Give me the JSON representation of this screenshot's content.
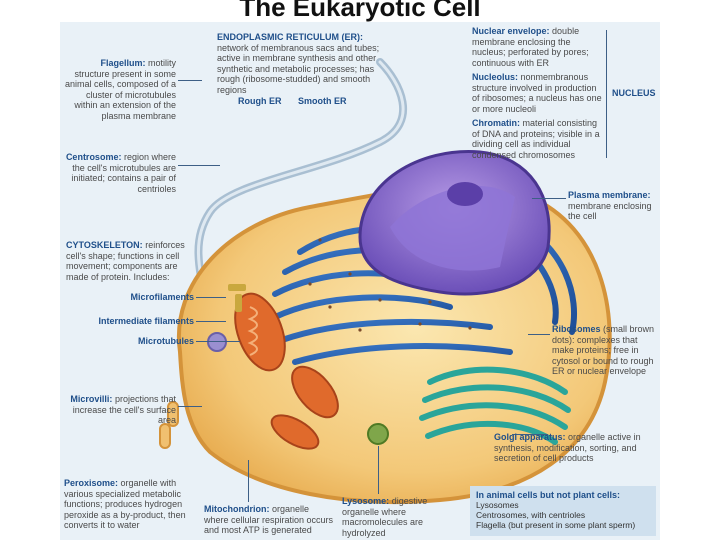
{
  "title": "The Eukaryotic Cell",
  "labels": {
    "er": {
      "name": "ENDOPLASMIC RETICULUM (ER):",
      "desc": "network of membranous sacs and tubes; active in membrane synthesis and other synthetic and metabolic processes; has rough (ribosome-studded) and smooth regions"
    },
    "rough_er": "Rough ER",
    "smooth_er": "Smooth ER",
    "nuclear_envelope": {
      "name": "Nuclear envelope:",
      "desc": "double membrane enclosing the nucleus; perforated by pores; continuous with ER"
    },
    "nucleolus": {
      "name": "Nucleolus:",
      "desc": "nonmembranous structure involved in production of ribosomes; a nucleus has one or more nucleoli"
    },
    "chromatin": {
      "name": "Chromatin:",
      "desc": "material consisting of DNA and proteins; visible in a dividing cell as individual condensed chromosomes"
    },
    "nucleus": "NUCLEUS",
    "flagellum": {
      "name": "Flagellum:",
      "desc": "motility structure present in some animal cells, composed of a cluster of microtubules within an extension of the plasma membrane"
    },
    "centrosome": {
      "name": "Centrosome:",
      "desc": "region where the cell's microtubules are initiated; contains a pair of centrioles"
    },
    "cytoskeleton": {
      "name": "CYTOSKELETON:",
      "desc": "reinforces cell's shape; functions in cell movement; components are made of protein. Includes:"
    },
    "microfilaments": "Microfilaments",
    "intermediate_filaments": "Intermediate filaments",
    "microtubules": "Microtubules",
    "plasma_membrane": {
      "name": "Plasma membrane:",
      "desc": "membrane enclosing the cell"
    },
    "ribosomes": {
      "name": "Ribosomes",
      "desc": "(small brown dots): complexes that make proteins; free in cytosol or bound to rough ER or nuclear envelope"
    },
    "microvilli": {
      "name": "Microvilli:",
      "desc": "projections that increase the cell's surface area"
    },
    "golgi": {
      "name": "Golgi apparatus:",
      "desc": "organelle active in synthesis, modification, sorting, and secretion of cell products"
    },
    "peroxisome": {
      "name": "Peroxisome:",
      "desc": "organelle with various specialized metabolic functions; produces hydrogen peroxide as a by-product, then converts it to water"
    },
    "mitochondrion": {
      "name": "Mitochondrion:",
      "desc": "organelle where cellular respiration occurs and most ATP is generated"
    },
    "lysosome": {
      "name": "Lysosome:",
      "desc": "digestive organelle where macromolecules are hydrolyzed"
    }
  },
  "legend": {
    "heading": "In animal cells but not plant cells:",
    "items": [
      "Lysosomes",
      "Centrosomes, with centrioles",
      "Flagella (but present in some plant sperm)"
    ]
  }
}
